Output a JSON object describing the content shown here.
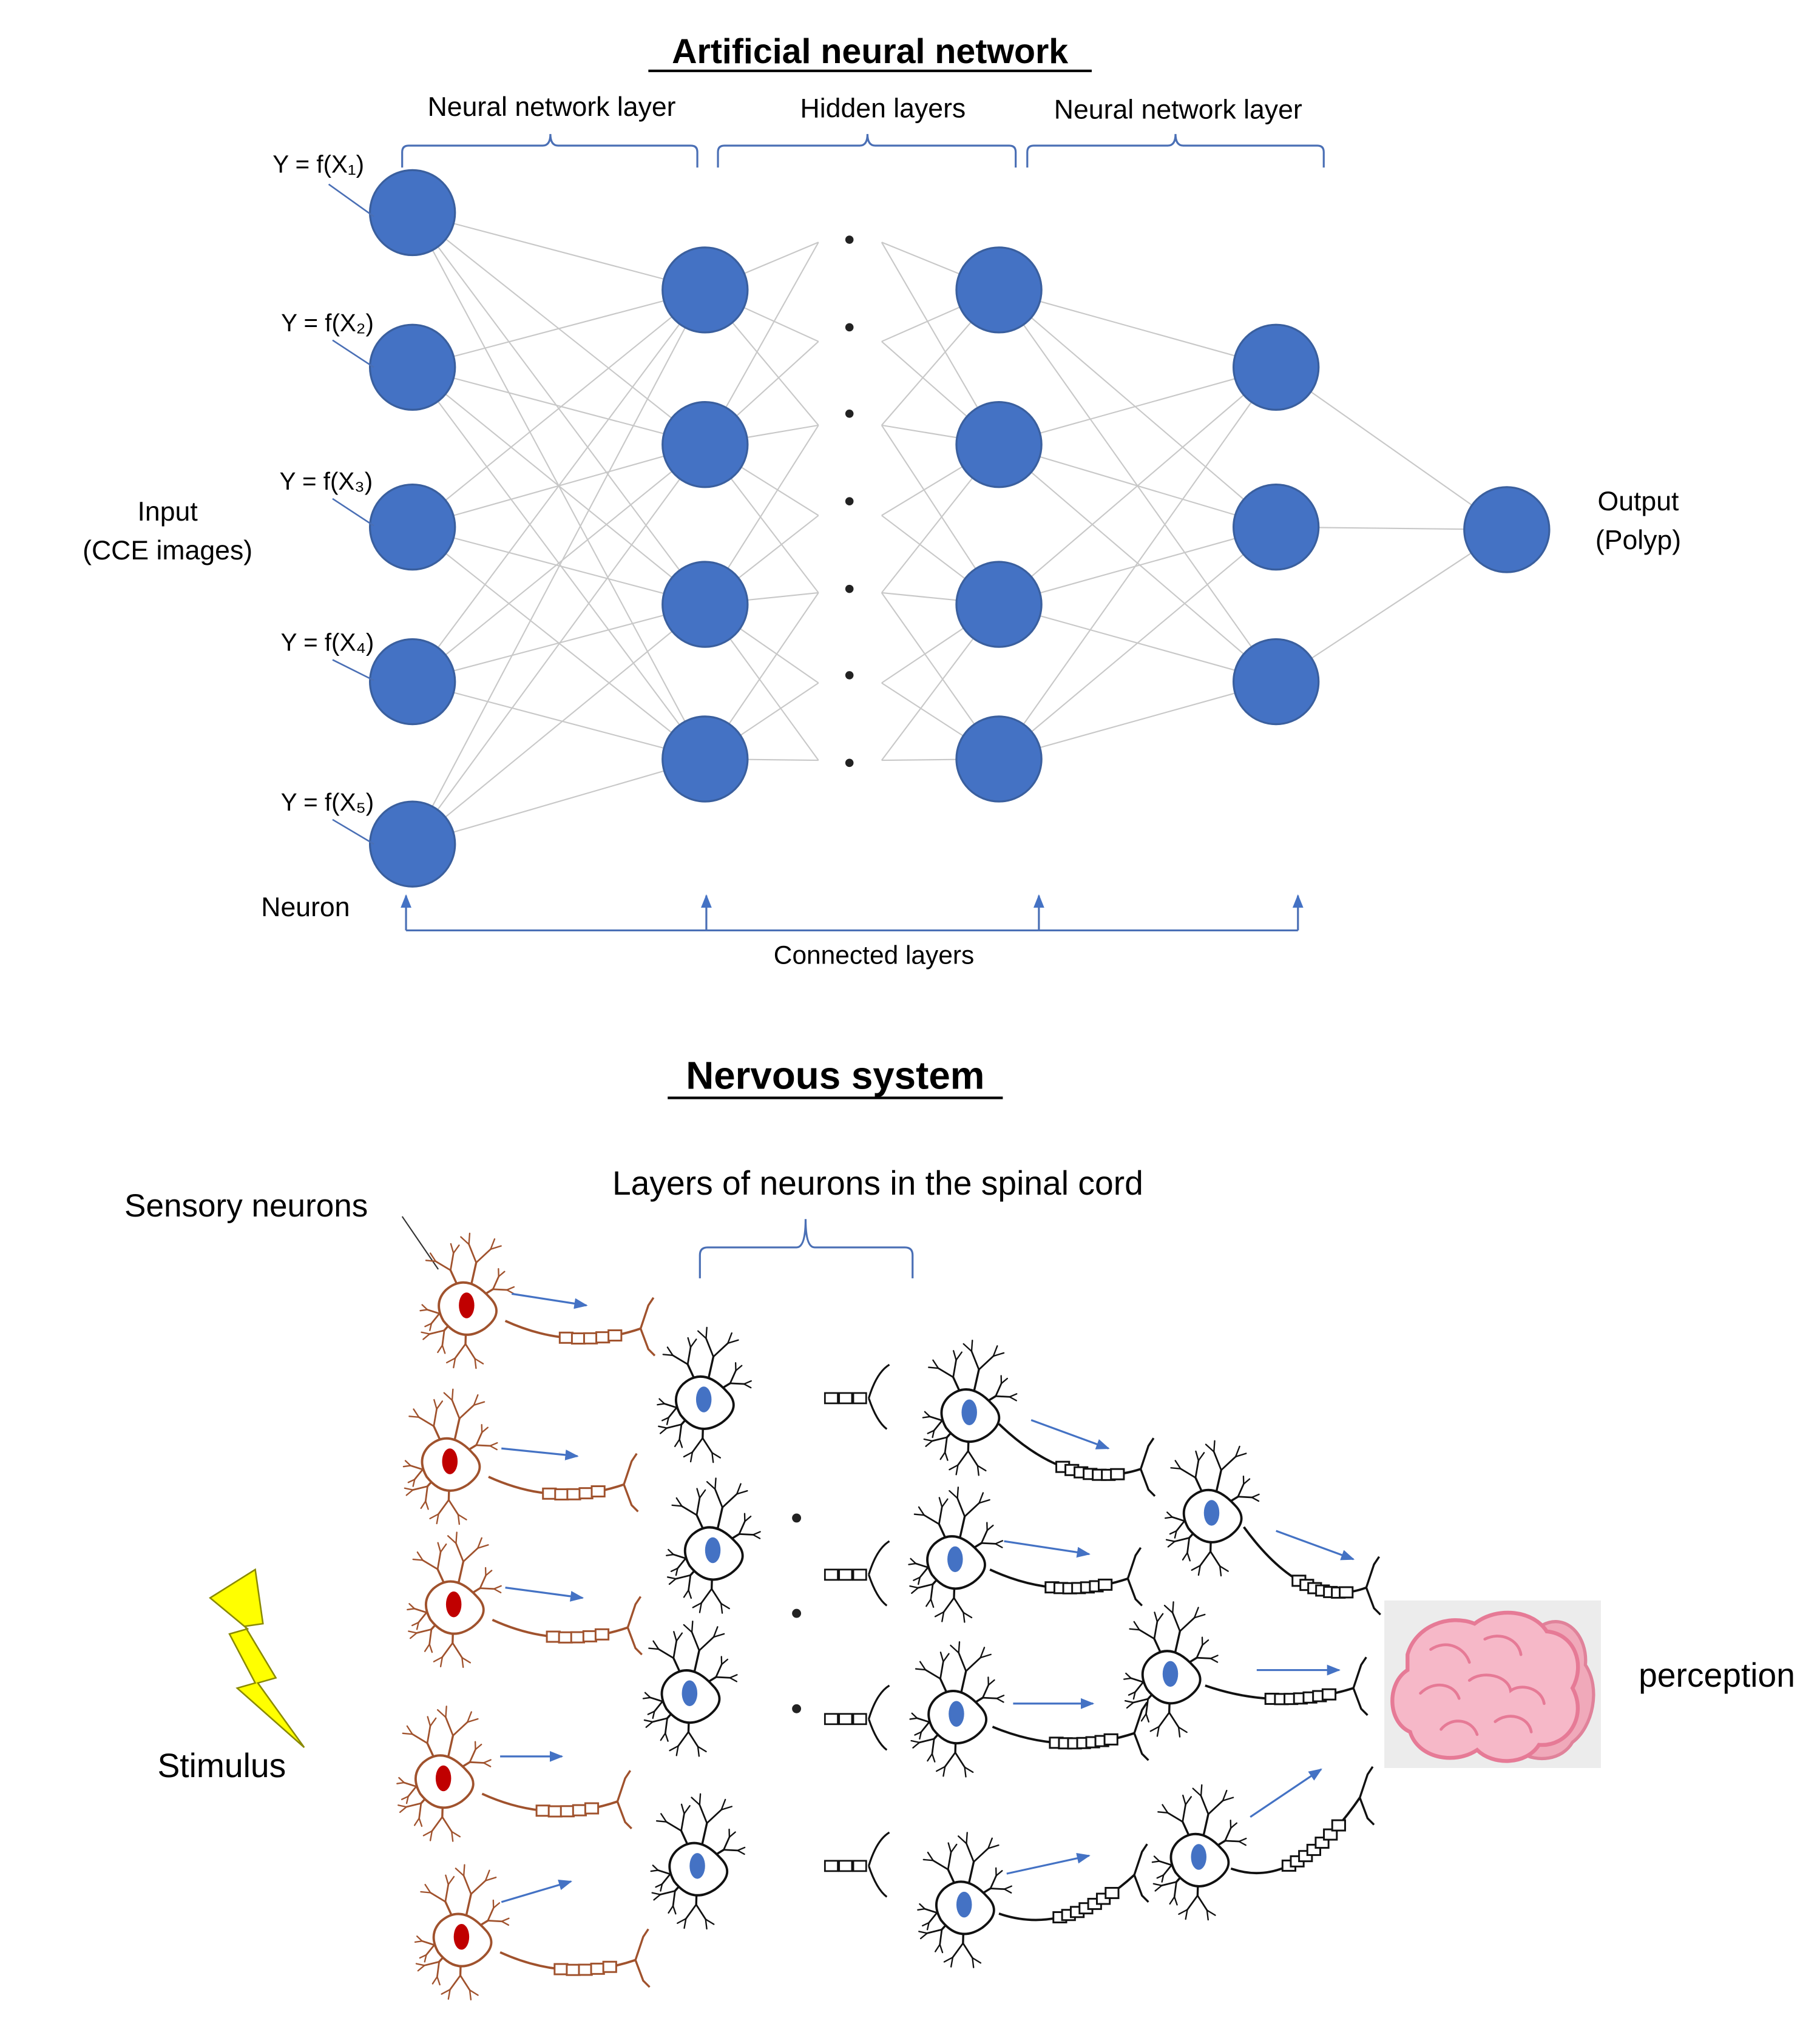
{
  "ann": {
    "title": "Artificial neural network",
    "brace_label_left": "Neural network layer",
    "brace_label_middle": "Hidden layers",
    "brace_label_right": "Neural network layer",
    "input_functions": [
      "Y = f(X₁)",
      "Y = f(X₂)",
      "Y = f(X₃)",
      "Y = f(X₄)",
      "Y = f(X₅)"
    ],
    "input_label_line1": "Input",
    "input_label_line2": "(CCE images)",
    "output_label_line1": "Output",
    "output_label_line2": "(Polyp)",
    "neuron_label": "Neuron",
    "connected_label": "Connected layers",
    "layer_sizes": [
      5,
      4,
      4,
      3,
      1
    ]
  },
  "nervous": {
    "title": "Nervous system",
    "sensory_label": "Sensory neurons",
    "spinal_label": "Layers of neurons in the spinal cord",
    "stimulus_label": "Stimulus",
    "perception_label": "perception"
  },
  "colors": {
    "node_fill": "#4472c4",
    "node_stroke": "#3a5f9e",
    "edge": "#c8c8c8",
    "bracket": "#4a6fb5",
    "sensory_neuron": "#a0522d",
    "sensory_nucleus": "#c00000",
    "spinal_neuron": "#111111",
    "spinal_nucleus": "#4472c4",
    "arrow": "#4472c4",
    "bolt": "#ffff00",
    "brain": "#f6b8c8",
    "brain_bg": "#ececec"
  }
}
